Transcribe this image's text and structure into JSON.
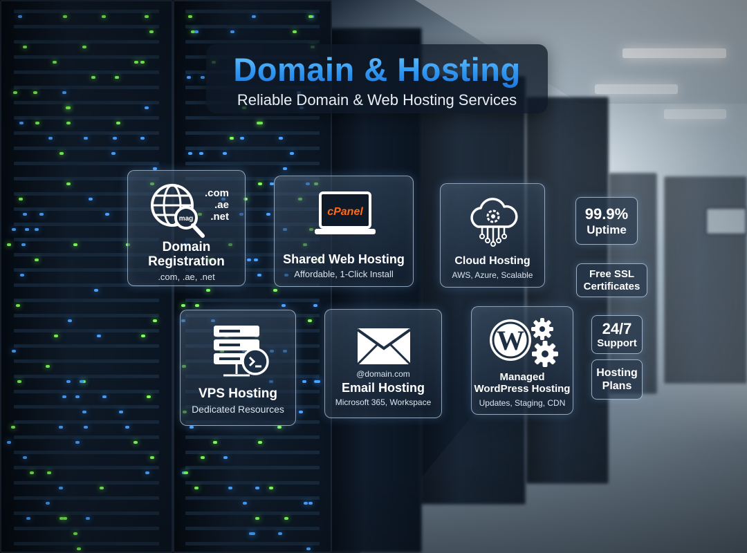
{
  "header": {
    "title": "Domain & Hosting",
    "subtitle": "Reliable Domain & Web Hosting Services"
  },
  "cards": {
    "domain": {
      "tlds": [
        ".com",
        ".ae",
        ".net"
      ],
      "magnifier": "mag",
      "title_line1": "Domain",
      "title_line2": "Registration",
      "sub": ".com, .ae, .net",
      "icon": "globe-search-icon"
    },
    "shared": {
      "screen_label": "cPanel",
      "title": "Shared Web Hosting",
      "sub": "Affordable, 1-Click Install",
      "icon": "laptop-icon"
    },
    "cloud": {
      "title": "Cloud Hosting",
      "sub": "AWS, Azure, Scalable",
      "icon": "cloud-gear-icon"
    },
    "vps": {
      "title": "VPS Hosting",
      "sub": "Dedicated Resources",
      "icon": "server-terminal-icon"
    },
    "email": {
      "address": "@domain.com",
      "title": "Email Hosting",
      "sub": "Microsoft 365, Workspace",
      "icon": "envelope-icon"
    },
    "wordpress": {
      "title_line1": "Managed",
      "title_line2": "WordPress Hosting",
      "sub": "Updates, Staging, CDN",
      "icon": "wordpress-gears-icon"
    }
  },
  "badges": {
    "uptime": {
      "line1": "99.9%",
      "line2": "Uptime"
    },
    "ssl": {
      "line1": "Free SSL",
      "line2": "Certificates"
    },
    "support": {
      "line1": "24/7",
      "line2": "Support"
    },
    "plans": {
      "line1": "Hosting",
      "line2": "Plans"
    }
  },
  "colors": {
    "accent_blue": "#2f97f2",
    "led_green": "#7dff5a",
    "led_blue": "#4aa3ff",
    "cpanel_orange": "#ff6a1a"
  }
}
